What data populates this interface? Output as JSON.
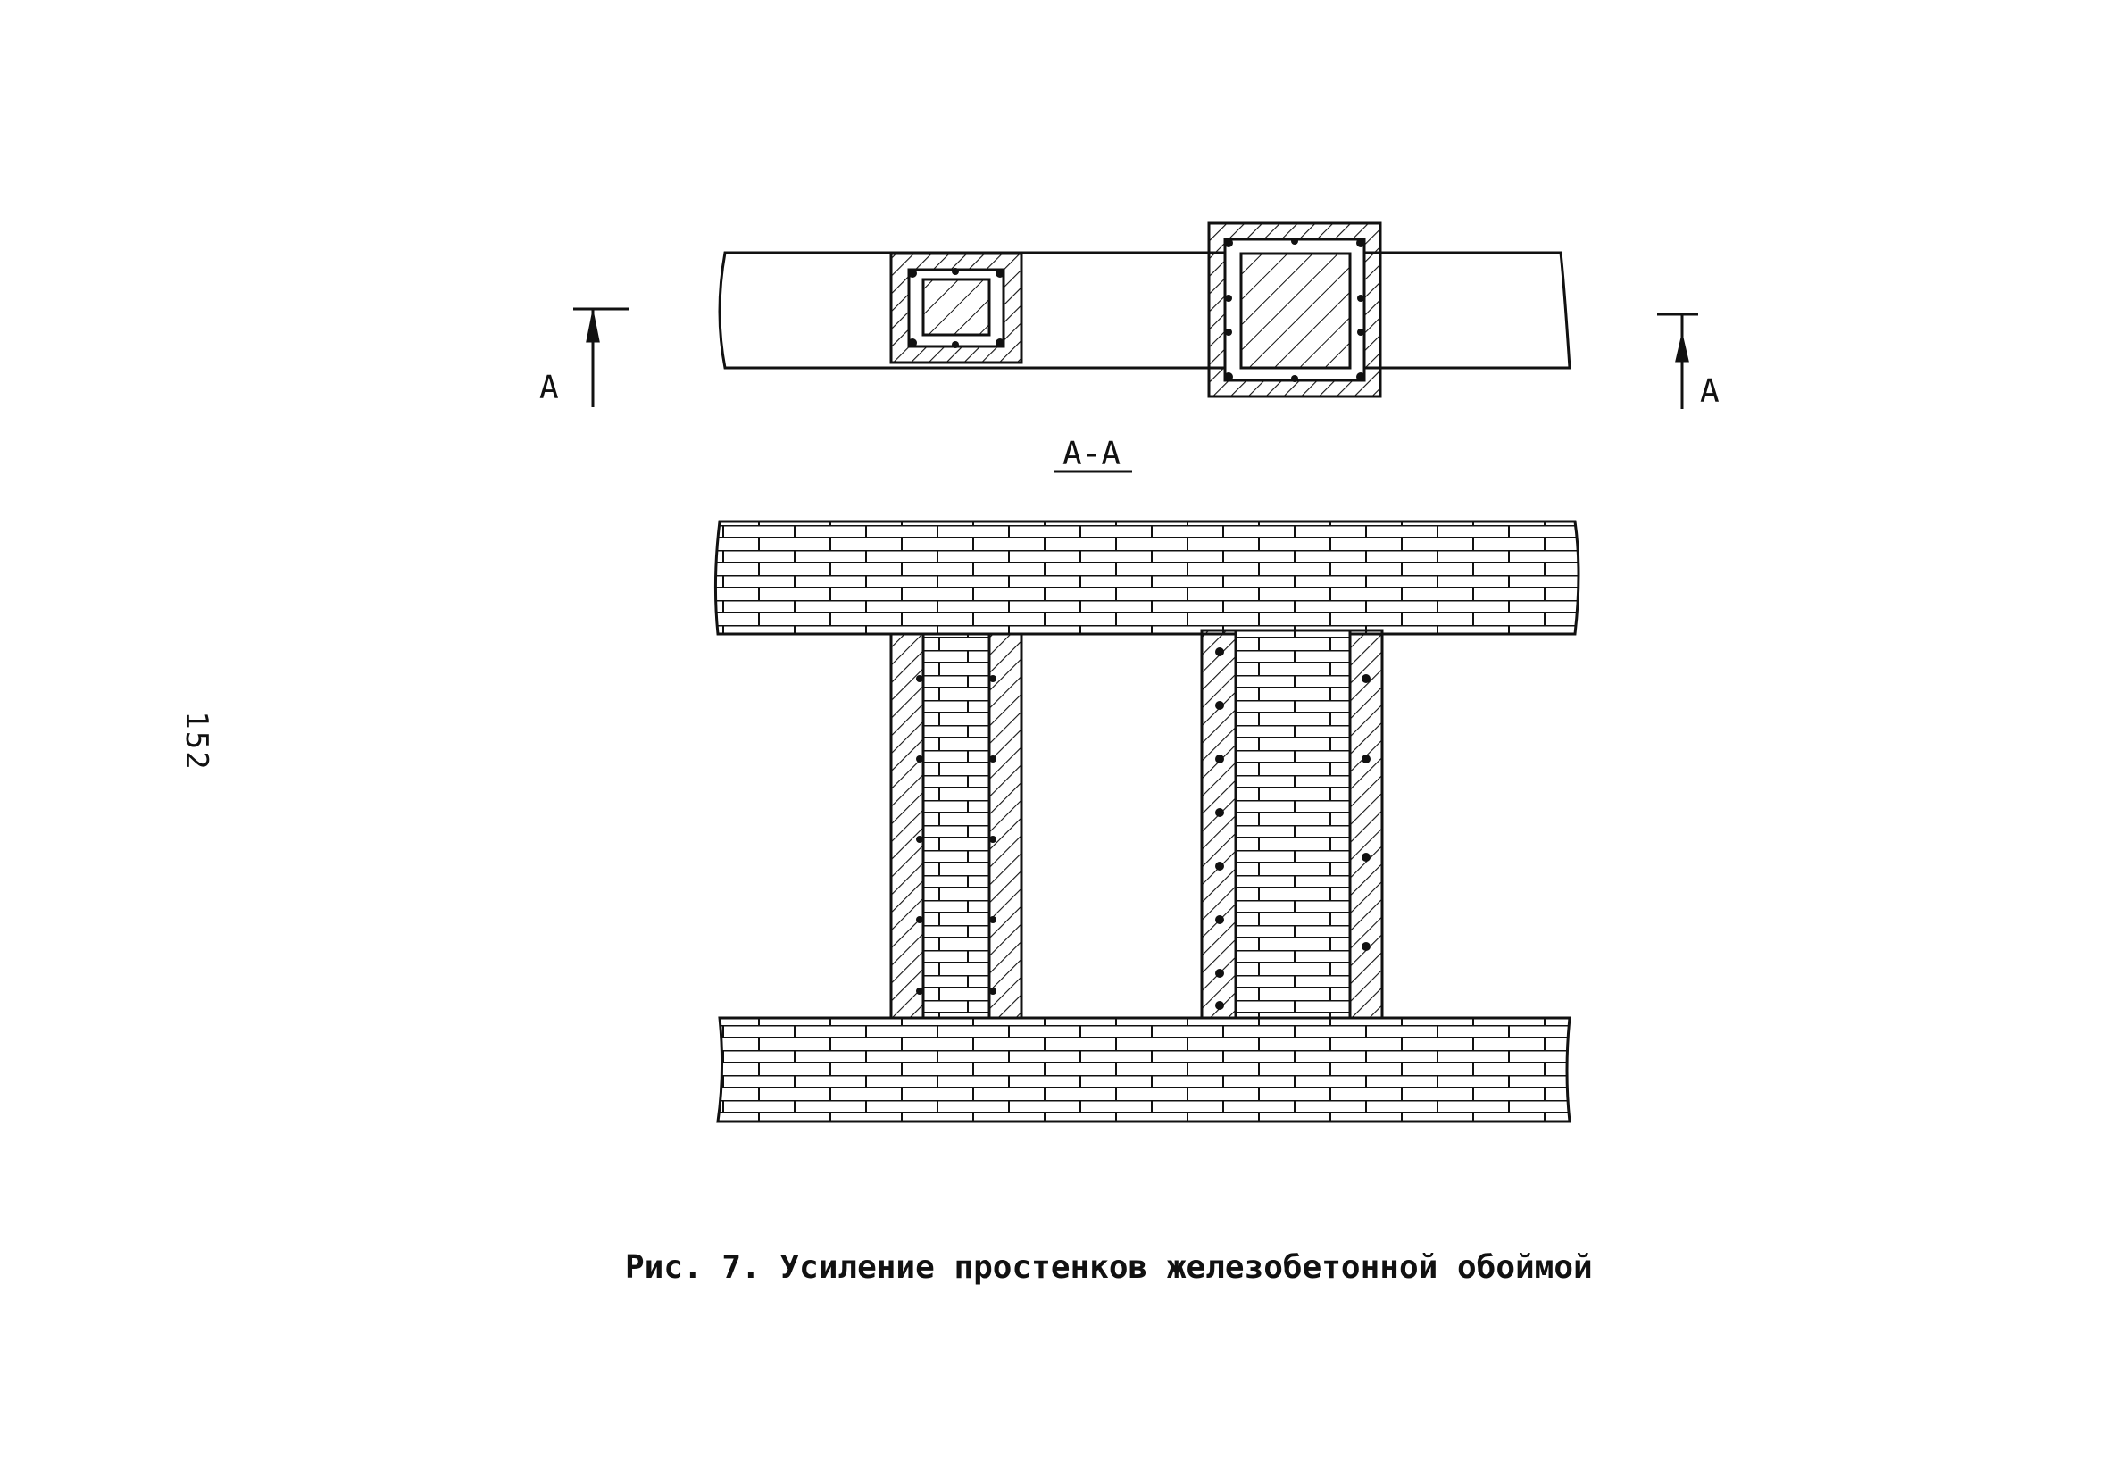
{
  "page_number": "152",
  "caption": "Рис. 7. Усиление простенков железобетонной обоймой",
  "section": {
    "marker_left": "А",
    "marker_right": "А",
    "title": "А-А"
  },
  "colors": {
    "ink": "#111111",
    "paper": "#ffffff"
  }
}
